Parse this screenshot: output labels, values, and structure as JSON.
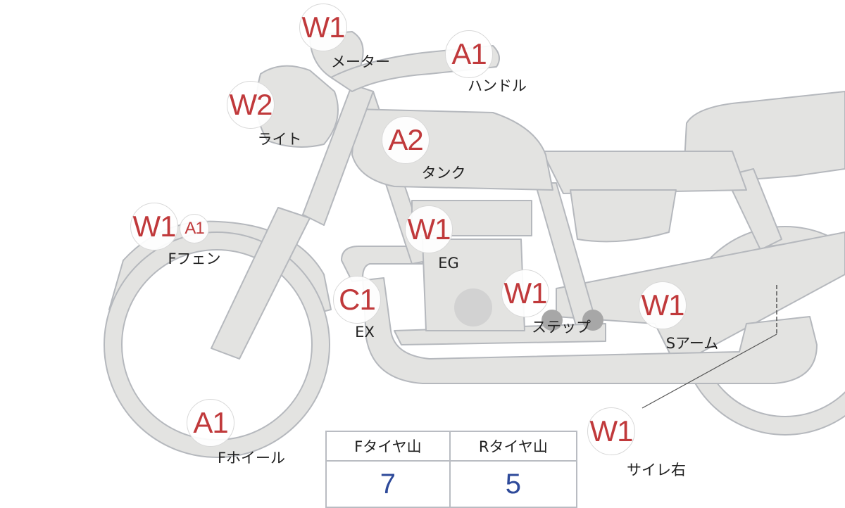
{
  "colors": {
    "body": "#e3e3e1",
    "outline": "#b5b8bd",
    "code": "#c0393b",
    "value": "#2e4a9a"
  },
  "parts": [
    {
      "code": "W1",
      "label": "メーター"
    },
    {
      "code": "A1",
      "label": "ハンドル"
    },
    {
      "code": "W2",
      "label": "ライト"
    },
    {
      "code": "A2",
      "label": "タンク"
    },
    {
      "code": "W1",
      "code2": "A1",
      "label": "Fフェン"
    },
    {
      "code": "W1",
      "label": "EG"
    },
    {
      "code": "C1",
      "label": "EX"
    },
    {
      "code": "W1",
      "label": "ステップ"
    },
    {
      "code": "W1",
      "label": "Sアーム"
    },
    {
      "code": "A1",
      "label": "Fホイール"
    },
    {
      "code": "W1",
      "label": "サイレ右"
    }
  ],
  "tire_table": {
    "headers": [
      "Fタイヤ山",
      "Rタイヤ山"
    ],
    "values": [
      "7",
      "5"
    ]
  }
}
